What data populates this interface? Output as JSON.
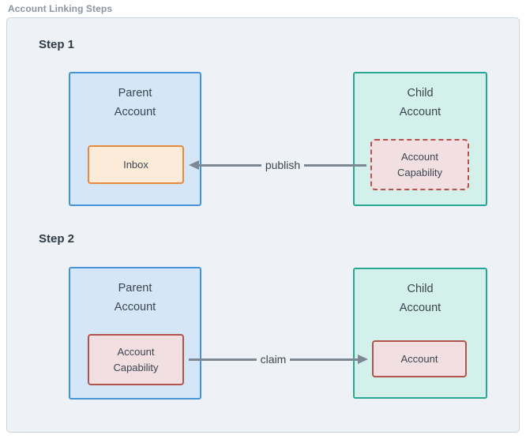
{
  "diagram": {
    "title": "Account Linking Steps"
  },
  "steps": [
    {
      "label": "Step 1",
      "parent": {
        "title": "Parent\nAccount",
        "inner": "Inbox"
      },
      "child": {
        "title": "Child\nAccount",
        "inner": "Account\nCapability"
      },
      "arrow": {
        "label": "publish",
        "direction": "left"
      }
    },
    {
      "label": "Step 2",
      "parent": {
        "title": "Parent\nAccount",
        "inner": "Account\nCapability"
      },
      "child": {
        "title": "Child\nAccount",
        "inner": "Account"
      },
      "arrow": {
        "label": "claim",
        "direction": "right"
      }
    }
  ],
  "colors": {
    "page-bg": "#ffffff",
    "panel-bg": "#eef2f6",
    "panel-border": "#c9d3db",
    "title-text": "#8b96a2",
    "heading-text": "#2e3a45",
    "box-text": "#3b4651",
    "parent-fill": "#d4e6f7",
    "parent-border": "#4593d9",
    "child-fill": "#d3f0ea",
    "child-border": "#27a795",
    "inbox-fill": "#fcebd8",
    "inbox-border": "#e8893c",
    "capability-fill": "#f2dfe1",
    "capability-border": "#b2534e",
    "arrow": "#7c8894"
  }
}
